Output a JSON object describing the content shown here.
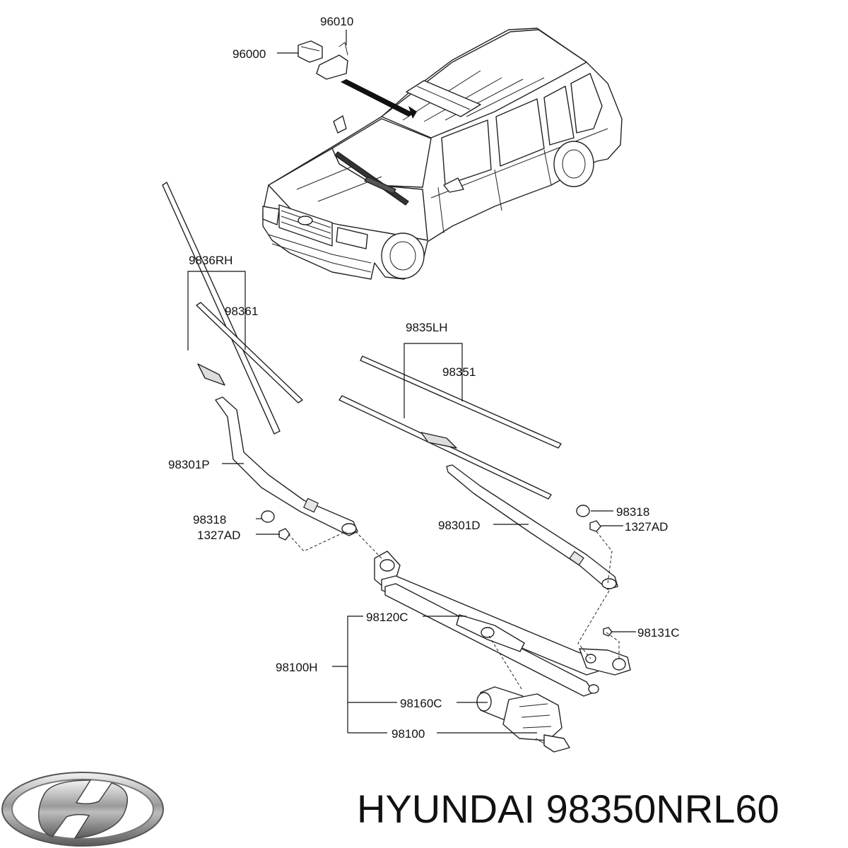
{
  "labels": {
    "p96010": "96010",
    "p96000": "96000",
    "p9836RH": "9836RH",
    "p98361": "98361",
    "p9835LH": "9835LH",
    "p98351": "98351",
    "p98301P": "98301P",
    "p98318_left": "98318",
    "p1327AD_left": "1327AD",
    "p98318_right": "98318",
    "p1327AD_right": "1327AD",
    "p98301D": "98301D",
    "p98120C": "98120C",
    "p98131C": "98131C",
    "p98100H": "98100H",
    "p98160C": "98160C",
    "p98100": "98100"
  },
  "brand": {
    "logo": "hyundai-logo",
    "caption": "HYUNDAI 98350NRL60"
  }
}
